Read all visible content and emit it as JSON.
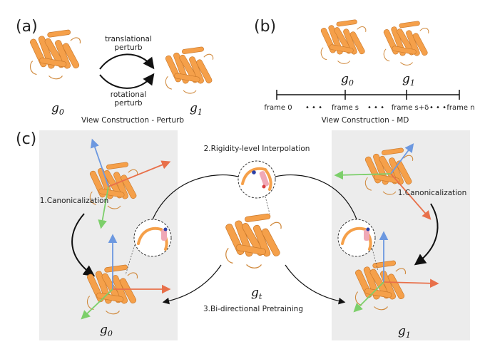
{
  "panels": {
    "a": "(a)",
    "b": "(b)",
    "c": "(c)"
  },
  "panel_a": {
    "arrow_top_label_1": "translational",
    "arrow_top_label_2": "perturb",
    "arrow_bottom_label_1": "rotational",
    "arrow_bottom_label_2": "perturb",
    "g0": "g",
    "g0_sub": "0",
    "g1": "g",
    "g1_sub": "1",
    "caption": "View Construction - Perturb"
  },
  "panel_b": {
    "g0": "g",
    "g0_sub": "0",
    "g1": "g",
    "g1_sub": "1",
    "ticks": [
      "frame 0",
      "frame s",
      "frame s+δ",
      "frame n"
    ],
    "dots": "• • •",
    "caption": "View Construction - MD"
  },
  "panel_c": {
    "step2": "2.Rigidity-level Interpolation",
    "step1_left": "1.Canonicalization",
    "step1_right": "1.Canonicalization",
    "step3": "3.Bi-directional Pretraining",
    "g0": "g",
    "g0_sub": "0",
    "g1": "g",
    "g1_sub": "1",
    "gt": "g",
    "gt_sub": "t"
  },
  "colors": {
    "protein": "#f5a04a",
    "axis_blue": "#6c98e0",
    "axis_green": "#7ccf6a",
    "axis_red": "#e8704a",
    "panel_bg": "#ececec"
  }
}
